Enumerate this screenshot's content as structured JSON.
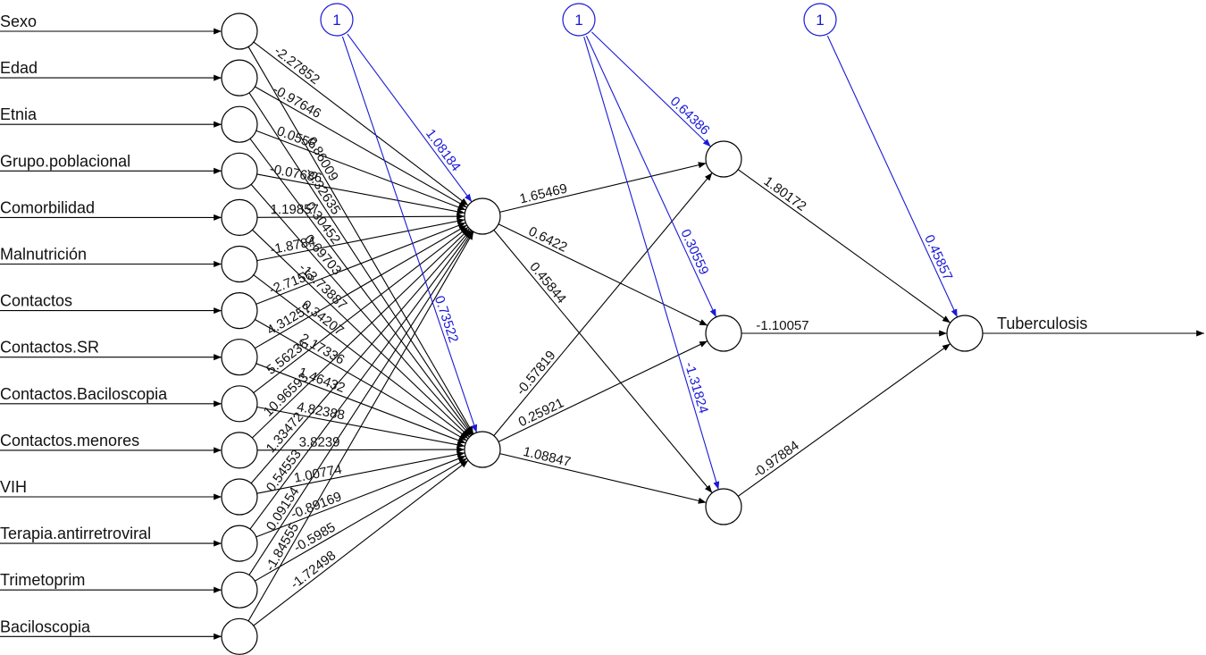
{
  "inputs": [
    {
      "label": "Sexo"
    },
    {
      "label": "Edad"
    },
    {
      "label": "Etnia"
    },
    {
      "label": "Grupo.poblacional"
    },
    {
      "label": "Comorbilidad"
    },
    {
      "label": "Malnutrición"
    },
    {
      "label": "Contactos"
    },
    {
      "label": "Contactos.SR"
    },
    {
      "label": "Contactos.Baciloscopia"
    },
    {
      "label": "Contactos.menores"
    },
    {
      "label": "VIH"
    },
    {
      "label": "Terapia.antirretroviral"
    },
    {
      "label": "Trimetoprim"
    },
    {
      "label": "Baciloscopia"
    }
  ],
  "output": {
    "label": "Tuberculosis"
  },
  "bias_nodes": [
    {
      "label": "1"
    },
    {
      "label": "1"
    },
    {
      "label": "1"
    }
  ],
  "weights_input_to_h1": [
    "-2.27852",
    "-0.97646",
    "0.0556",
    "-0.07686",
    "1.19857",
    "-1.8784",
    "-2.7156",
    "4.31257",
    "5.56236",
    "10.96593",
    "1.33472",
    "0.54553",
    "0.09154",
    "-1.84555"
  ],
  "weights_input_to_h2": [
    "0.86009",
    "-0.32635",
    "0.30452",
    "0.69703",
    "-13.73887",
    "0.34207",
    "2.17336",
    "1.46432",
    "4.82388",
    "3.8239",
    "1.00774",
    "-0.89169",
    "-0.5985",
    "-1.72498"
  ],
  "weights_h1_to_layer2": [
    "1.65469",
    "0.6422",
    "0.45844"
  ],
  "weights_h2_to_layer2": [
    "-0.57819",
    "0.25921",
    "1.08847"
  ],
  "weights_layer2_to_output": [
    "1.80172",
    "-1.10057",
    "-0.97884"
  ],
  "bias_weights_layer1": [
    "1.08184",
    "0.73522"
  ],
  "bias_weights_layer2": [
    "0.64386",
    "0.30559",
    "-1.31824"
  ],
  "bias_weight_output": "0.45857",
  "colors": {
    "bias": "#1a1ad6",
    "main": "#000000"
  }
}
